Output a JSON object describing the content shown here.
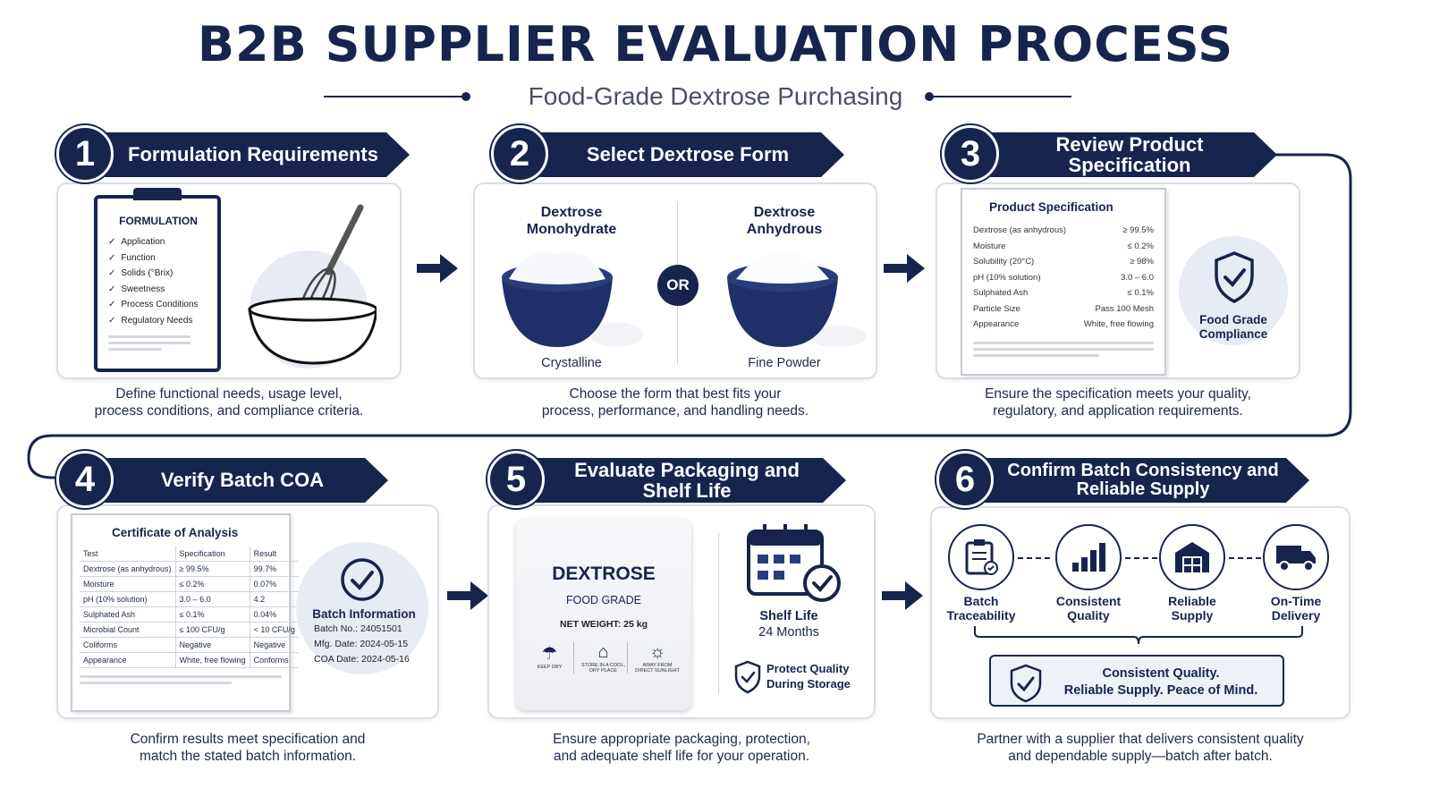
{
  "header": {
    "title": "B2B SUPPLIER EVALUATION PROCESS",
    "subtitle": "Food-Grade Dextrose Purchasing"
  },
  "steps": [
    {
      "num": "1",
      "title": "Formulation Requirements",
      "caption_line1": "Define functional needs, usage level,",
      "caption_line2": "process conditions, and compliance criteria.",
      "clipboard": {
        "heading": "FORMULATION",
        "items": [
          "Application",
          "Function",
          "Solids (°Brix)",
          "Sweetness",
          "Process Conditions",
          "Regulatory Needs"
        ]
      }
    },
    {
      "num": "2",
      "title": "Select Dextrose Form",
      "caption_line1": "Choose the form that best fits your",
      "caption_line2": "process, performance, and handling needs.",
      "left": {
        "name_line1": "Dextrose",
        "name_line2": "Monohydrate",
        "form": "Crystalline"
      },
      "or": "OR",
      "right": {
        "name_line1": "Dextrose",
        "name_line2": "Anhydrous",
        "form": "Fine Powder"
      }
    },
    {
      "num": "3",
      "title": "Review Product Specification",
      "caption_line1": "Ensure the specification meets your quality,",
      "caption_line2": "regulatory, and application requirements.",
      "doc_title": "Product Specification",
      "specs": [
        {
          "param": "Dextrose (as anhydrous)",
          "value": "≥ 99.5%"
        },
        {
          "param": "Moisture",
          "value": "≤ 0.2%"
        },
        {
          "param": "Solubility (20°C)",
          "value": "≥ 98%"
        },
        {
          "param": "pH (10% solution)",
          "value": "3.0 – 6.0"
        },
        {
          "param": "Sulphated Ash",
          "value": "≤ 0.1%"
        },
        {
          "param": "Particle Size",
          "value": "Pass 100 Mesh"
        },
        {
          "param": "Appearance",
          "value": "White, free flowing"
        }
      ],
      "badge_line1": "Food Grade",
      "badge_line2": "Compliance"
    },
    {
      "num": "4",
      "title": "Verify Batch COA",
      "caption_line1": "Confirm results meet specification and",
      "caption_line2": "match the stated batch information.",
      "doc_title": "Certificate of Analysis",
      "headers": [
        "Test",
        "Specification",
        "Result"
      ],
      "rows": [
        [
          "Dextrose (as anhydrous)",
          "≥ 99.5%",
          "99.7%"
        ],
        [
          "Moisture",
          "≤ 0.2%",
          "0.07%"
        ],
        [
          "pH (10% solution)",
          "3.0 – 6.0",
          "4.2"
        ],
        [
          "Sulphated Ash",
          "≤ 0.1%",
          "0.04%"
        ],
        [
          "Microbial Count",
          "≤ 100 CFU/g",
          "< 10 CFU/g"
        ],
        [
          "Coliforms",
          "Negative",
          "Negative"
        ],
        [
          "Appearance",
          "White, free flowing",
          "Conforms"
        ]
      ],
      "batch": {
        "heading": "Batch Information",
        "batch_no": "Batch No.:  24051501",
        "mfg": "Mfg. Date:  2024-05-15",
        "coa": "COA Date:  2024-05-16"
      }
    },
    {
      "num": "5",
      "title": "Evaluate Packaging and Shelf Life",
      "caption_line1": "Ensure appropriate packaging, protection,",
      "caption_line2": "and adequate shelf life for your operation.",
      "bag": {
        "product": "DEXTROSE",
        "grade": "FOOD GRADE",
        "weight": "NET WEIGHT: 25 kg",
        "icons": [
          "KEEP DRY",
          "STORE IN A COOL, DRY PLACE",
          "AWAY FROM DIRECT SUNLIGHT"
        ]
      },
      "shelf_line1": "Shelf Life",
      "shelf_line2": "24 Months",
      "protect_line1": "Protect Quality",
      "protect_line2": "During Storage"
    },
    {
      "num": "6",
      "title_line1": "Confirm Batch Consistency and",
      "title_line2": "Reliable Supply",
      "caption_line1": "Partner with a supplier that delivers consistent quality",
      "caption_line2": "and dependable supply—batch after batch.",
      "items": [
        {
          "line1": "Batch",
          "line2": "Traceability",
          "icon": "clipboard-icon"
        },
        {
          "line1": "Consistent",
          "line2": "Quality",
          "icon": "bar-chart-icon"
        },
        {
          "line1": "Reliable",
          "line2": "Supply",
          "icon": "warehouse-icon"
        },
        {
          "line1": "On-Time",
          "line2": "Delivery",
          "icon": "truck-icon"
        }
      ],
      "summary_line1": "Consistent Quality.",
      "summary_line2": "Reliable Supply.  Peace of Mind."
    }
  ],
  "colors": {
    "navy": "#17244e",
    "card_border": "#d9dde6",
    "circle_bg": "#e7ebf3"
  }
}
